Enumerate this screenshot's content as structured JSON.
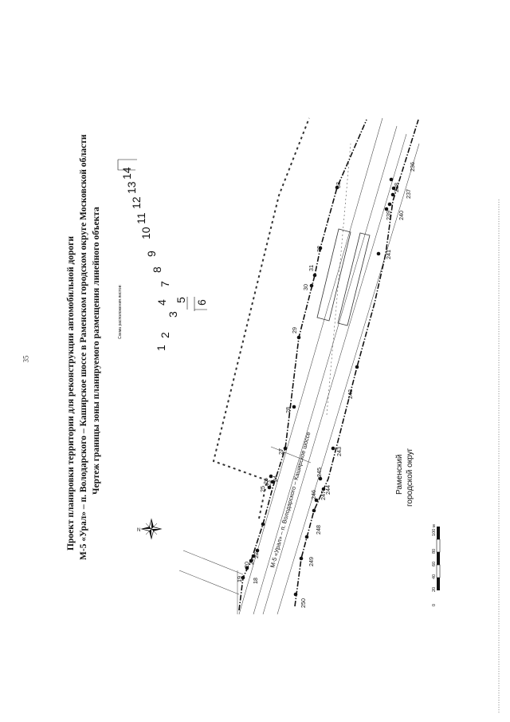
{
  "page_number": "35",
  "title": {
    "line1": "Проект планировки территории для реконструкции автомобильной дороги",
    "line2": "М-5 «Урал» – п. Володарского – Каширское шоссе в Раменском городском округе Московской области",
    "line3": "Чертеж границы зоны планируемого размещения линейного объекта"
  },
  "sheet_scheme": {
    "caption": "Схема расположения листов:",
    "sheets": [
      "1",
      "2",
      "3",
      "4",
      "5",
      "6",
      "7",
      "8",
      "9",
      "10",
      "11",
      "12",
      "13",
      "14"
    ]
  },
  "road_name": "М-5 «Урал» – п. Володарского – Каширское шоссе",
  "district_label_line1": "Раменский",
  "district_label_line2": "городской округ",
  "scale": {
    "ticks": [
      "0",
      "20",
      "40",
      "60",
      "80",
      "100 м"
    ]
  },
  "boundary_points": {
    "upper": [
      "18",
      "19",
      "20",
      "21",
      "22",
      "23",
      "24",
      "25",
      "26",
      "27",
      "28",
      "29",
      "30",
      "31",
      "32",
      "33"
    ],
    "lower": [
      "236",
      "237",
      "238",
      "239",
      "240",
      "241",
      "242",
      "243",
      "244",
      "245",
      "246",
      "247",
      "248",
      "249",
      "250"
    ]
  },
  "colors": {
    "ink": "#111111",
    "dashed_boundary": "#333333"
  },
  "icons": {
    "north_arrow": "compass-rose-icon"
  }
}
